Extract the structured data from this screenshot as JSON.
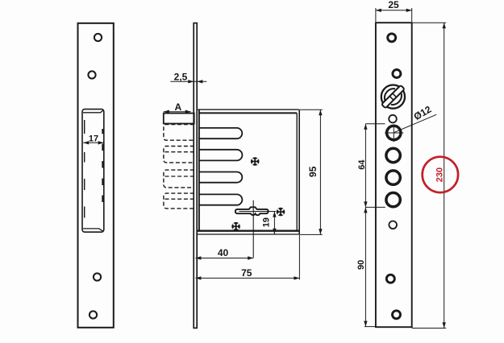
{
  "drawing": {
    "type": "technical-drawing-mortise-lock",
    "views": {
      "strike_plate_front": {
        "cutout_width": "17"
      },
      "lock_body_side": {
        "faceplate_thickness": "2,5",
        "bolt_throw": "A",
        "body_height": "95",
        "keyhole_to_bottom": "19",
        "backset": "40",
        "body_depth": "75"
      },
      "faceplate_front": {
        "plate_width": "25",
        "bolt_hole_diameter": "Ø12",
        "bolt_holes_span": "64",
        "lower_section": "90",
        "plate_length": "230"
      }
    },
    "colors": {
      "line": "#1a1a1a",
      "highlight": "#c2202a",
      "background": "#fdfdfd"
    }
  }
}
